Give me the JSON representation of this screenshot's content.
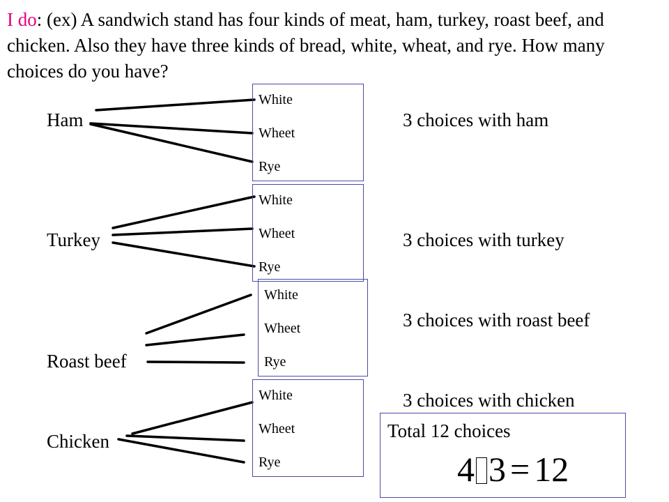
{
  "problem": {
    "prefix": "I do",
    "text": ": (ex) A sandwich stand has four kinds of meat, ham, turkey, roast beef, and chicken.  Also they have three kinds of bread, white, wheat, and rye. How many choices do you have?"
  },
  "meats": [
    "Ham",
    "Turkey",
    "Roast beef",
    "Chicken"
  ],
  "breads": [
    [
      "White",
      "Wheet",
      "Rye"
    ],
    [
      "White",
      "Wheet",
      "Rye"
    ],
    [
      "White",
      "Wheet",
      "Rye"
    ],
    [
      "White",
      "Wheet",
      "Rye"
    ]
  ],
  "results": [
    "3 choices with ham",
    "3 choices with turkey",
    "3 choices with roast beef",
    "3 choices with chicken"
  ],
  "total": {
    "label": "Total 12 choices",
    "equation": {
      "a": "4",
      "b": "3",
      "op": "=",
      "result": "12"
    }
  },
  "colors": {
    "highlight": "#e6007e",
    "box_border": "#4a4aa8"
  }
}
